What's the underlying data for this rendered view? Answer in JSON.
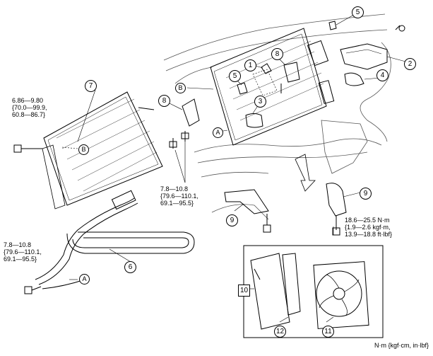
{
  "torque_specs": {
    "condenser_bolt": [
      "6.86—9.80",
      "{70.0—99.9,",
      "60.8—86.7}"
    ],
    "bracket_bolts": [
      "7.8—10.8",
      "{79.6—110.1,",
      "69.1—95.5}"
    ],
    "hose_bolt": [
      "7.8—10.8",
      "{79.6—110.1,",
      "69.1—95.5}"
    ],
    "lower_bracket_bolt": [
      "18.6—25.5 N·m",
      "{1.9—2.6 kgf·m,",
      "13.9—18.8 ft·lbf}"
    ]
  },
  "callouts": {
    "c1": "1",
    "c2": "2",
    "c3": "3",
    "c4": "4",
    "c5a": "5",
    "c5b": "5",
    "c6": "6",
    "c7": "7",
    "c8a": "8",
    "c8b": "8",
    "c9a": "9",
    "c9b": "9",
    "c10": "10",
    "c11": "11",
    "c12": "12"
  },
  "reference_letters": {
    "a1": "A",
    "a2": "A",
    "b1": "B",
    "b2": "B"
  },
  "unit_note": "N·m {kgf·cm, in·lbf}"
}
